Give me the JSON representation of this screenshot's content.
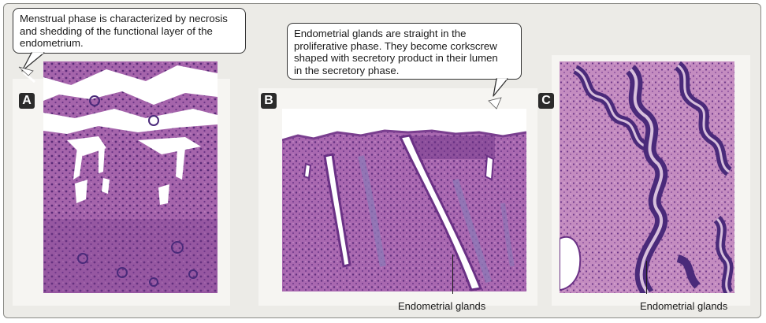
{
  "panels": [
    {
      "letter": "A"
    },
    {
      "letter": "B"
    },
    {
      "letter": "C"
    }
  ],
  "callouts": {
    "menstrual": "Menstrual phase is characterized by necrosis\nand shedding of the functional layer of the\nendometrium.",
    "glands": "Endometrial glands are straight in the\nproliferative phase. They become corkscrew\nshaped with secretory product in their lumen\nin the secretory phase."
  },
  "labels": {
    "panel_b_glands": "Endometrial glands",
    "panel_c_glands": "Endometrial glands"
  },
  "colors": {
    "tissue_purple": "#9a5aa8",
    "stroma_pink": "#c48cc0",
    "gland_dark": "#4a2a7a",
    "frame_bg": "#ecebe7"
  }
}
